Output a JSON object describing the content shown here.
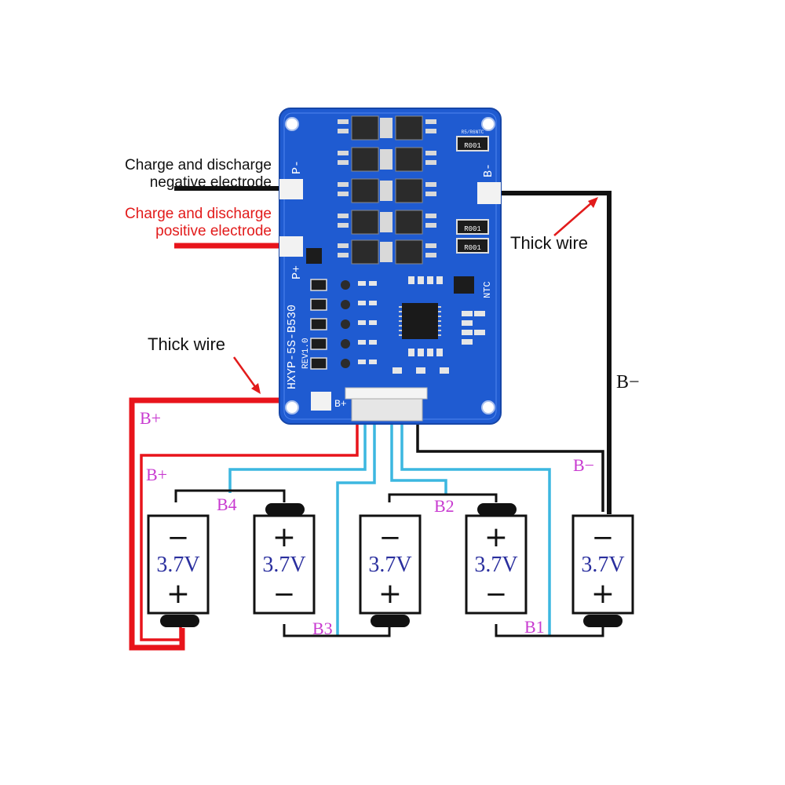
{
  "annotations": {
    "neg_line1": "Charge and discharge",
    "neg_line2": "negative electrode",
    "pos_line1": "Charge and discharge",
    "pos_line2": "positive electrode",
    "thick_wire_right": "Thick wire",
    "thick_wire_left": "Thick wire"
  },
  "board": {
    "model": "HXYP-5S-B530",
    "revision": "REV1.0",
    "pin_p_minus": "P-",
    "pin_p_plus": "P+",
    "pin_b_minus": "B-",
    "pin_b_plus": "B+",
    "ntc": "NTC",
    "res_a": "R001",
    "res_b": "R001",
    "res_c": "R001",
    "chip_label": "R5/R6NTC",
    "color": "#1f5bd1"
  },
  "wire_labels": {
    "b_plus_top": "B+",
    "b_plus_side": "B+",
    "b_minus_right": "B−",
    "b_minus_low": "B−",
    "b4": "B4",
    "b3": "B3",
    "b2": "B2",
    "b1": "B1"
  },
  "cells": [
    {
      "voltage": "3.7V",
      "top_symbol": "−",
      "bottom_symbol": "+"
    },
    {
      "voltage": "3.7V",
      "top_symbol": "+",
      "bottom_symbol": "−"
    },
    {
      "voltage": "3.7V",
      "top_symbol": "−",
      "bottom_symbol": "+"
    },
    {
      "voltage": "3.7V",
      "top_symbol": "+",
      "bottom_symbol": "−"
    },
    {
      "voltage": "3.7V",
      "top_symbol": "−",
      "bottom_symbol": "+"
    }
  ],
  "colors": {
    "red_wire": "#e8141b",
    "black_wire": "#111111",
    "blue_wire": "#3cb7e0",
    "label_magenta": "#c83ad0",
    "annotation_red": "#e21b1b"
  }
}
